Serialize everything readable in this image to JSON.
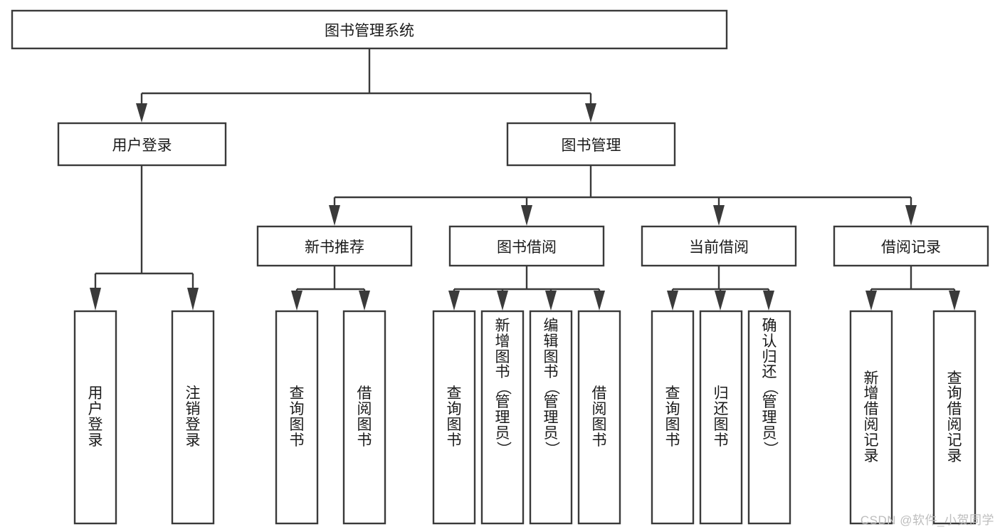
{
  "diagram": {
    "title": "图书管理系统",
    "type": "tree",
    "orientation": "top-down",
    "colors": {
      "box_stroke": "#3a3a3a",
      "box_fill": "#ffffff",
      "line": "#3a3a3a",
      "text": "#1a1a1a",
      "watermark": "#bdbdbd",
      "background": "#ffffff"
    },
    "root": {
      "label": "图书管理系统"
    },
    "level1": [
      {
        "label": "用户登录"
      },
      {
        "label": "图书管理"
      }
    ],
    "level2": [
      {
        "label": "新书推荐"
      },
      {
        "label": "图书借阅"
      },
      {
        "label": "当前借阅"
      },
      {
        "label": "借阅记录"
      }
    ],
    "leaves": {
      "user_login": [
        {
          "label": "用户登录"
        },
        {
          "label": "注销登录"
        }
      ],
      "new_book_recommend": [
        {
          "label": "查询图书"
        },
        {
          "label": "借阅图书"
        }
      ],
      "book_borrow": [
        {
          "label": "查询图书"
        },
        {
          "label": "新增图书（管理员）"
        },
        {
          "label": "编辑图书（管理员）"
        },
        {
          "label": "借阅图书"
        }
      ],
      "current_borrow": [
        {
          "label": "查询图书"
        },
        {
          "label": "归还图书"
        },
        {
          "label": "确认归还（管理员）"
        }
      ],
      "borrow_record": [
        {
          "label": "新增借阅记录"
        },
        {
          "label": "查询借阅记录"
        }
      ]
    }
  },
  "watermark": {
    "text": "CSDN @软件_小贺同学"
  }
}
